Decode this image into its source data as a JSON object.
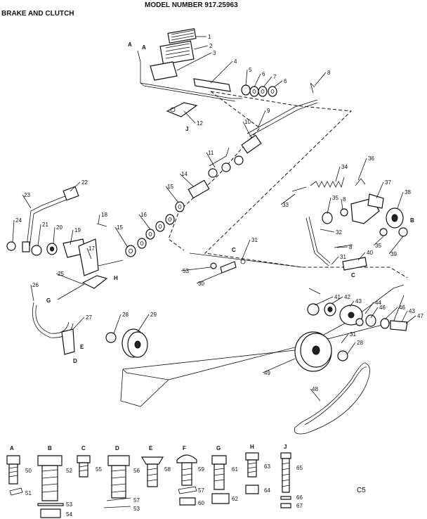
{
  "header": {
    "model": "MODEL NUMBER 917.25963",
    "section": "BRAKE AND CLUTCH"
  },
  "page_code": "C5",
  "callouts": [
    {
      "id": "c1",
      "text": "1"
    },
    {
      "id": "c2",
      "text": "2"
    },
    {
      "id": "c3",
      "text": "3"
    },
    {
      "id": "c4",
      "text": "4"
    },
    {
      "id": "c5",
      "text": "5"
    },
    {
      "id": "c6",
      "text": "6"
    },
    {
      "id": "c7",
      "text": "7"
    },
    {
      "id": "c6b",
      "text": "6"
    },
    {
      "id": "c8",
      "text": "8"
    },
    {
      "id": "c9",
      "text": "9"
    },
    {
      "id": "c10",
      "text": "10"
    },
    {
      "id": "c11",
      "text": "11"
    },
    {
      "id": "c12",
      "text": "12"
    },
    {
      "id": "c14",
      "text": "14"
    },
    {
      "id": "c15",
      "text": "15"
    },
    {
      "id": "c16",
      "text": "16"
    },
    {
      "id": "c15b",
      "text": "15"
    },
    {
      "id": "c17",
      "text": "17"
    },
    {
      "id": "c18",
      "text": "18"
    },
    {
      "id": "c19",
      "text": "19"
    },
    {
      "id": "c20",
      "text": "20"
    },
    {
      "id": "c21",
      "text": "21"
    },
    {
      "id": "c22",
      "text": "22"
    },
    {
      "id": "c23",
      "text": "23"
    },
    {
      "id": "c24",
      "text": "24"
    },
    {
      "id": "c25",
      "text": "25"
    },
    {
      "id": "c26",
      "text": "26"
    },
    {
      "id": "c27",
      "text": "27"
    },
    {
      "id": "c28",
      "text": "28"
    },
    {
      "id": "c29",
      "text": "29"
    },
    {
      "id": "c30",
      "text": "30"
    },
    {
      "id": "c31",
      "text": "31"
    },
    {
      "id": "c53",
      "text": "53"
    },
    {
      "id": "c32",
      "text": "32"
    },
    {
      "id": "c33",
      "text": "33"
    },
    {
      "id": "c34",
      "text": "34"
    },
    {
      "id": "c35",
      "text": "35"
    },
    {
      "id": "c8b",
      "text": "8"
    },
    {
      "id": "c36",
      "text": "36"
    },
    {
      "id": "c37",
      "text": "37"
    },
    {
      "id": "c38",
      "text": "38"
    },
    {
      "id": "c35b",
      "text": "35"
    },
    {
      "id": "c39",
      "text": "39"
    },
    {
      "id": "c8c",
      "text": "8"
    },
    {
      "id": "c31b",
      "text": "31"
    },
    {
      "id": "c40",
      "text": "40"
    },
    {
      "id": "c41",
      "text": "41"
    },
    {
      "id": "c42",
      "text": "42"
    },
    {
      "id": "c43",
      "text": "43"
    },
    {
      "id": "c44",
      "text": "44"
    },
    {
      "id": "c46",
      "text": "46"
    },
    {
      "id": "c46b",
      "text": "46"
    },
    {
      "id": "c43b",
      "text": "43"
    },
    {
      "id": "c47",
      "text": "47"
    },
    {
      "id": "c31c",
      "text": "31"
    },
    {
      "id": "c28b",
      "text": "28"
    },
    {
      "id": "c49",
      "text": "49"
    },
    {
      "id": "c48",
      "text": "48"
    }
  ],
  "ref_letters": [
    {
      "id": "rA1",
      "text": "A"
    },
    {
      "id": "rA2",
      "text": "A"
    },
    {
      "id": "rJ",
      "text": "J"
    },
    {
      "id": "rG",
      "text": "G"
    },
    {
      "id": "rH",
      "text": "H"
    },
    {
      "id": "rE",
      "text": "E"
    },
    {
      "id": "rD",
      "text": "D"
    },
    {
      "id": "rC1",
      "text": "C"
    },
    {
      "id": "rB",
      "text": "B"
    },
    {
      "id": "rC2",
      "text": "C"
    }
  ],
  "legend": [
    {
      "letter": "A",
      "nums": [
        "50",
        "51"
      ]
    },
    {
      "letter": "B",
      "nums": [
        "52",
        "53",
        "54"
      ]
    },
    {
      "letter": "C",
      "nums": [
        "55"
      ]
    },
    {
      "letter": "D",
      "nums": [
        "56",
        "57",
        "53"
      ]
    },
    {
      "letter": "E",
      "nums": [
        "58"
      ]
    },
    {
      "letter": "F",
      "nums": [
        "59",
        "57",
        "60"
      ]
    },
    {
      "letter": "G",
      "nums": [
        "61",
        "62"
      ]
    },
    {
      "letter": "H",
      "nums": [
        "63",
        "64"
      ]
    },
    {
      "letter": "J",
      "nums": [
        "65",
        "66",
        "67"
      ]
    }
  ]
}
